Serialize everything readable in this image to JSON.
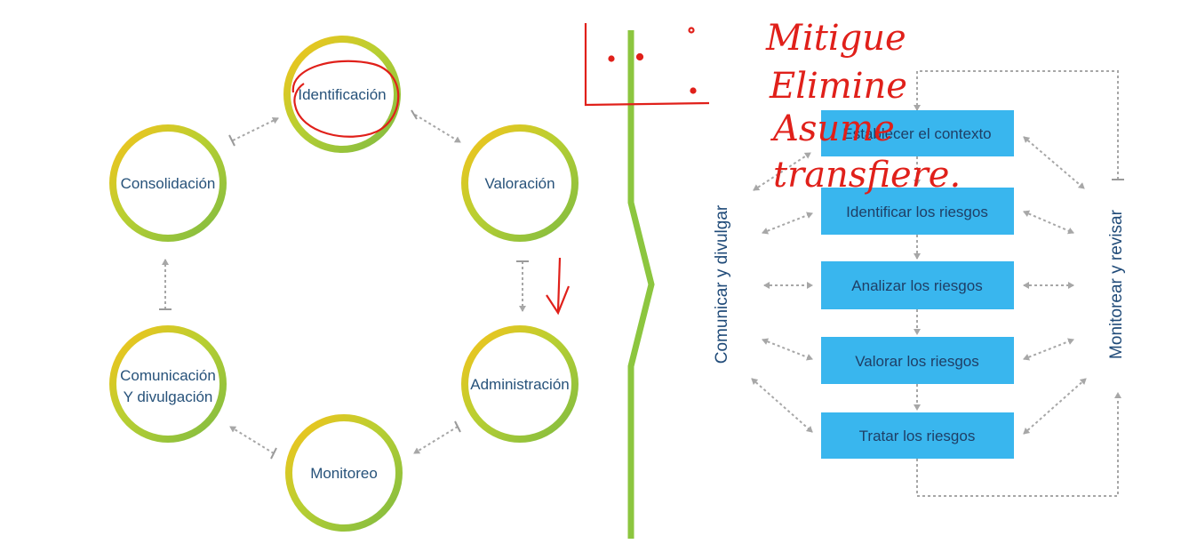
{
  "cycle": {
    "nodes": [
      {
        "id": "identificacion",
        "label": "Identificación"
      },
      {
        "id": "valoracion",
        "label": "Valoración"
      },
      {
        "id": "administracion",
        "label": "Administración"
      },
      {
        "id": "monitoreo",
        "label": "Monitoreo"
      },
      {
        "id": "comunicacion",
        "label_lines": [
          "Comunicación",
          "Y divulgación"
        ]
      },
      {
        "id": "consolidacion",
        "label": "Consolidación"
      }
    ]
  },
  "process": {
    "boxes": [
      "Establecer el contexto",
      "Identificar los riesgos",
      "Analizar los riesgos",
      "Valorar los riesgos",
      "Tratar los riesgos"
    ],
    "left_label": "Comunicar y divulgar",
    "right_label": "Monitorear y revisar"
  },
  "colors": {
    "ring_green": "#8dc63f",
    "ring_yellow": "#f5c518",
    "box_fill": "#39b6ee",
    "divider": "#8cc63f",
    "annotation": "#e0201a"
  },
  "annotations": {
    "handwritten_lines": [
      "Mitigue",
      "Elimine",
      "Asume",
      "transfiere."
    ]
  }
}
